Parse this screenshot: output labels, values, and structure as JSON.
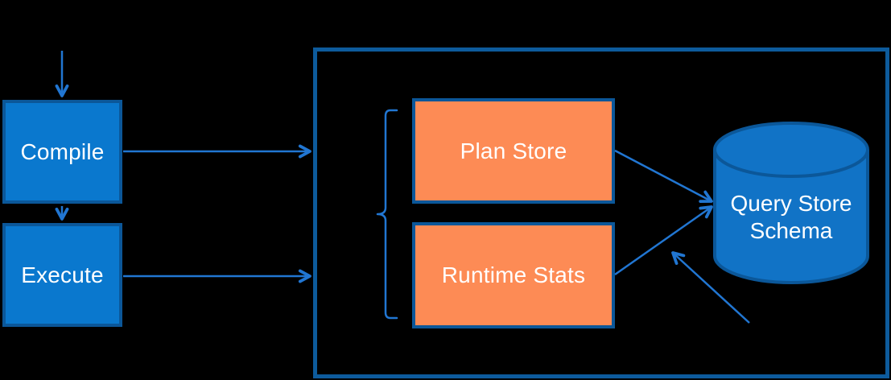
{
  "diagram": {
    "type": "flow-diagram",
    "subject": "Query Store architecture",
    "nodes": {
      "compile": {
        "label": "Compile",
        "shape": "rectangle",
        "fill": "blue"
      },
      "execute": {
        "label": "Execute",
        "shape": "rectangle",
        "fill": "blue"
      },
      "plan_store": {
        "label": "Plan Store",
        "shape": "rectangle",
        "fill": "orange"
      },
      "runtime_stats": {
        "label": "Runtime Stats",
        "shape": "rectangle",
        "fill": "orange"
      },
      "query_store_schema": {
        "label_line1": "Query Store",
        "label_line2": "Schema",
        "shape": "database-cylinder",
        "fill": "blue"
      },
      "boundary_box": {
        "label": "",
        "shape": "rectangle-outline"
      }
    },
    "edges": [
      {
        "from": "top-entry",
        "to": "compile",
        "style": "arrow"
      },
      {
        "from": "compile",
        "to": "execute",
        "style": "arrow"
      },
      {
        "from": "compile",
        "to": "boundary_box",
        "style": "arrow"
      },
      {
        "from": "execute",
        "to": "boundary_box",
        "style": "arrow"
      },
      {
        "from": "plan_store",
        "to": "query_store_schema",
        "style": "arrow"
      },
      {
        "from": "runtime_stats",
        "to": "query_store_schema",
        "style": "arrow"
      },
      {
        "from": "bottom-right-entry",
        "to": "query_store_schema",
        "style": "arrow"
      }
    ],
    "annotations": {
      "brace": {
        "shape": "left-curly-brace",
        "groups": [
          "plan_store",
          "runtime_stats"
        ]
      }
    },
    "colors": {
      "box_blue_fill": "#0a78ce",
      "box_border_blue": "#0b5799",
      "orange_fill": "#fd8b55",
      "container_border": "#0d5b9c",
      "cylinder_fill": "#1173c6",
      "arrow_blue": "#2176d2",
      "label_text": "#ffffff",
      "background": "#000000"
    }
  }
}
